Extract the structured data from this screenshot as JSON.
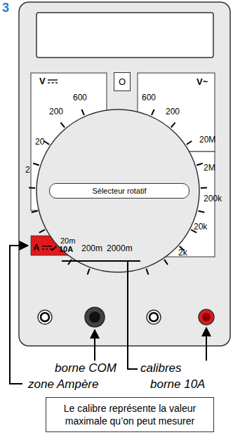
{
  "diagram": {
    "nodes": [
      {
        "text": [
          "O"
        ]
      },
      {
        "text": [
          "Sélecteur rotatif"
        ]
      },
      {
        "text": [
          "Le calibre représente la valeur maximale qu’on peut mesurer"
        ]
      }
    ],
    "labels": [
      "3",
      "V",
      "600",
      "200",
      "20",
      "2",
      "600",
      "200",
      "V~",
      "20M",
      "2M",
      "200k",
      "20k",
      "2k",
      "A",
      "20m",
      "10A",
      "200m",
      "2000m",
      "borne COM",
      "zone Ampère",
      "calibres",
      "borne 10A"
    ]
  }
}
